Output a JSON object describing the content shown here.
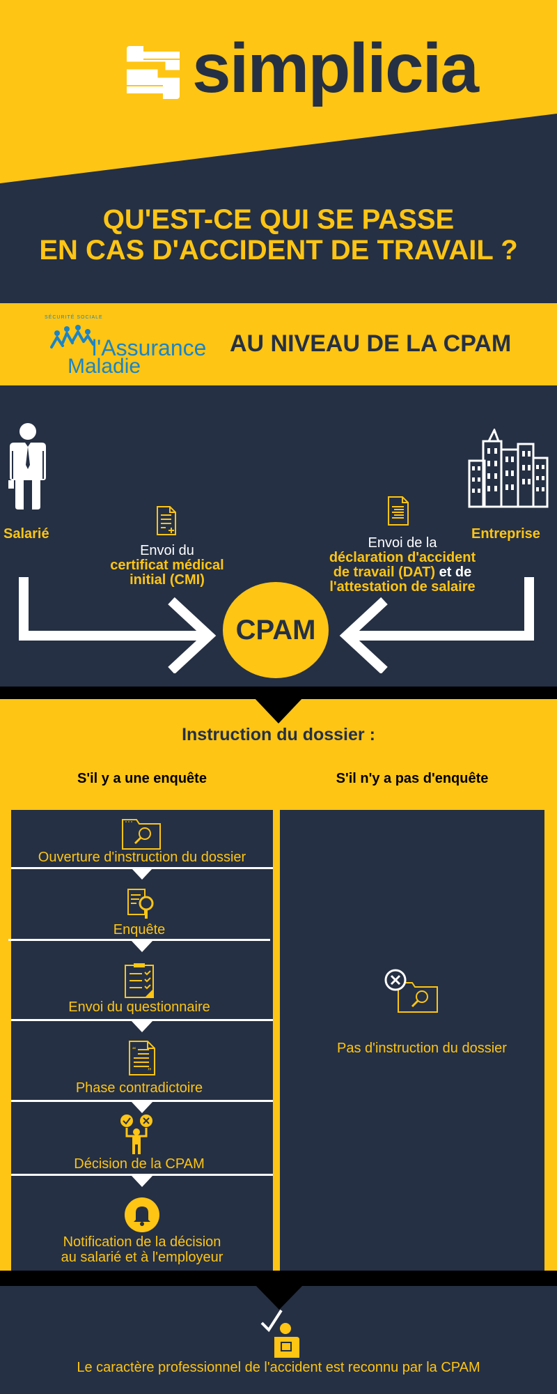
{
  "brand": {
    "name": "simplicia",
    "colors": {
      "yellow": "#FEC514",
      "navy": "#253044",
      "black": "#000000",
      "white": "#FFFFFF",
      "am_blue": "#1B84C6"
    }
  },
  "title": {
    "line1": "QU'EST-CE QUI SE PASSE",
    "line2": "EN CAS D'ACCIDENT DE TRAVAIL ?"
  },
  "cpam_band": {
    "logo_small": "SÉCURITÉ SOCIALE",
    "logo_line1": "l'Assurance",
    "logo_line2": "Maladie",
    "heading": "AU NIVEAU DE LA CPAM"
  },
  "flow": {
    "employee": {
      "label": "Salarié",
      "icon": "employee-icon"
    },
    "company": {
      "label": "Entreprise",
      "icon": "buildings-icon"
    },
    "left_send": {
      "line1": "Envoi du",
      "line2": "certificat médical",
      "line3": "initial (CMI)",
      "icon": "medical-document-icon"
    },
    "right_send": {
      "line1": "Envoi de la",
      "line2": "déclaration d'accident",
      "line3a": "de travail (DAT)",
      "line3b": " et de",
      "line4": "l'attestation de salaire",
      "icon": "declaration-document-icon"
    },
    "center": "CPAM"
  },
  "instruction": {
    "title": "Instruction du dossier :",
    "with_inquiry": {
      "heading": "S'il y a une enquête",
      "steps": [
        {
          "label": "Ouverture d'instruction du dossier",
          "icon": "folder-search-icon"
        },
        {
          "label": "Enquête",
          "icon": "document-magnifier-icon"
        },
        {
          "label": "Envoi du questionnaire",
          "icon": "checklist-icon"
        },
        {
          "label": "Phase contradictoire",
          "icon": "quote-document-icon"
        },
        {
          "label": "Décision de la CPAM",
          "icon": "decision-person-icon"
        },
        {
          "label_line1": "Notification de la décision",
          "label_line2": "au salarié et à l'employeur",
          "icon": "bell-icon"
        }
      ]
    },
    "without_inquiry": {
      "heading": "S'il n'y a pas d'enquête",
      "label": "Pas d'instruction du dossier",
      "icon": "no-folder-search-icon"
    }
  },
  "footer": {
    "text": "Le caractère professionnel de l'accident est reconnu par la CPAM",
    "icon": "approved-person-icon"
  }
}
